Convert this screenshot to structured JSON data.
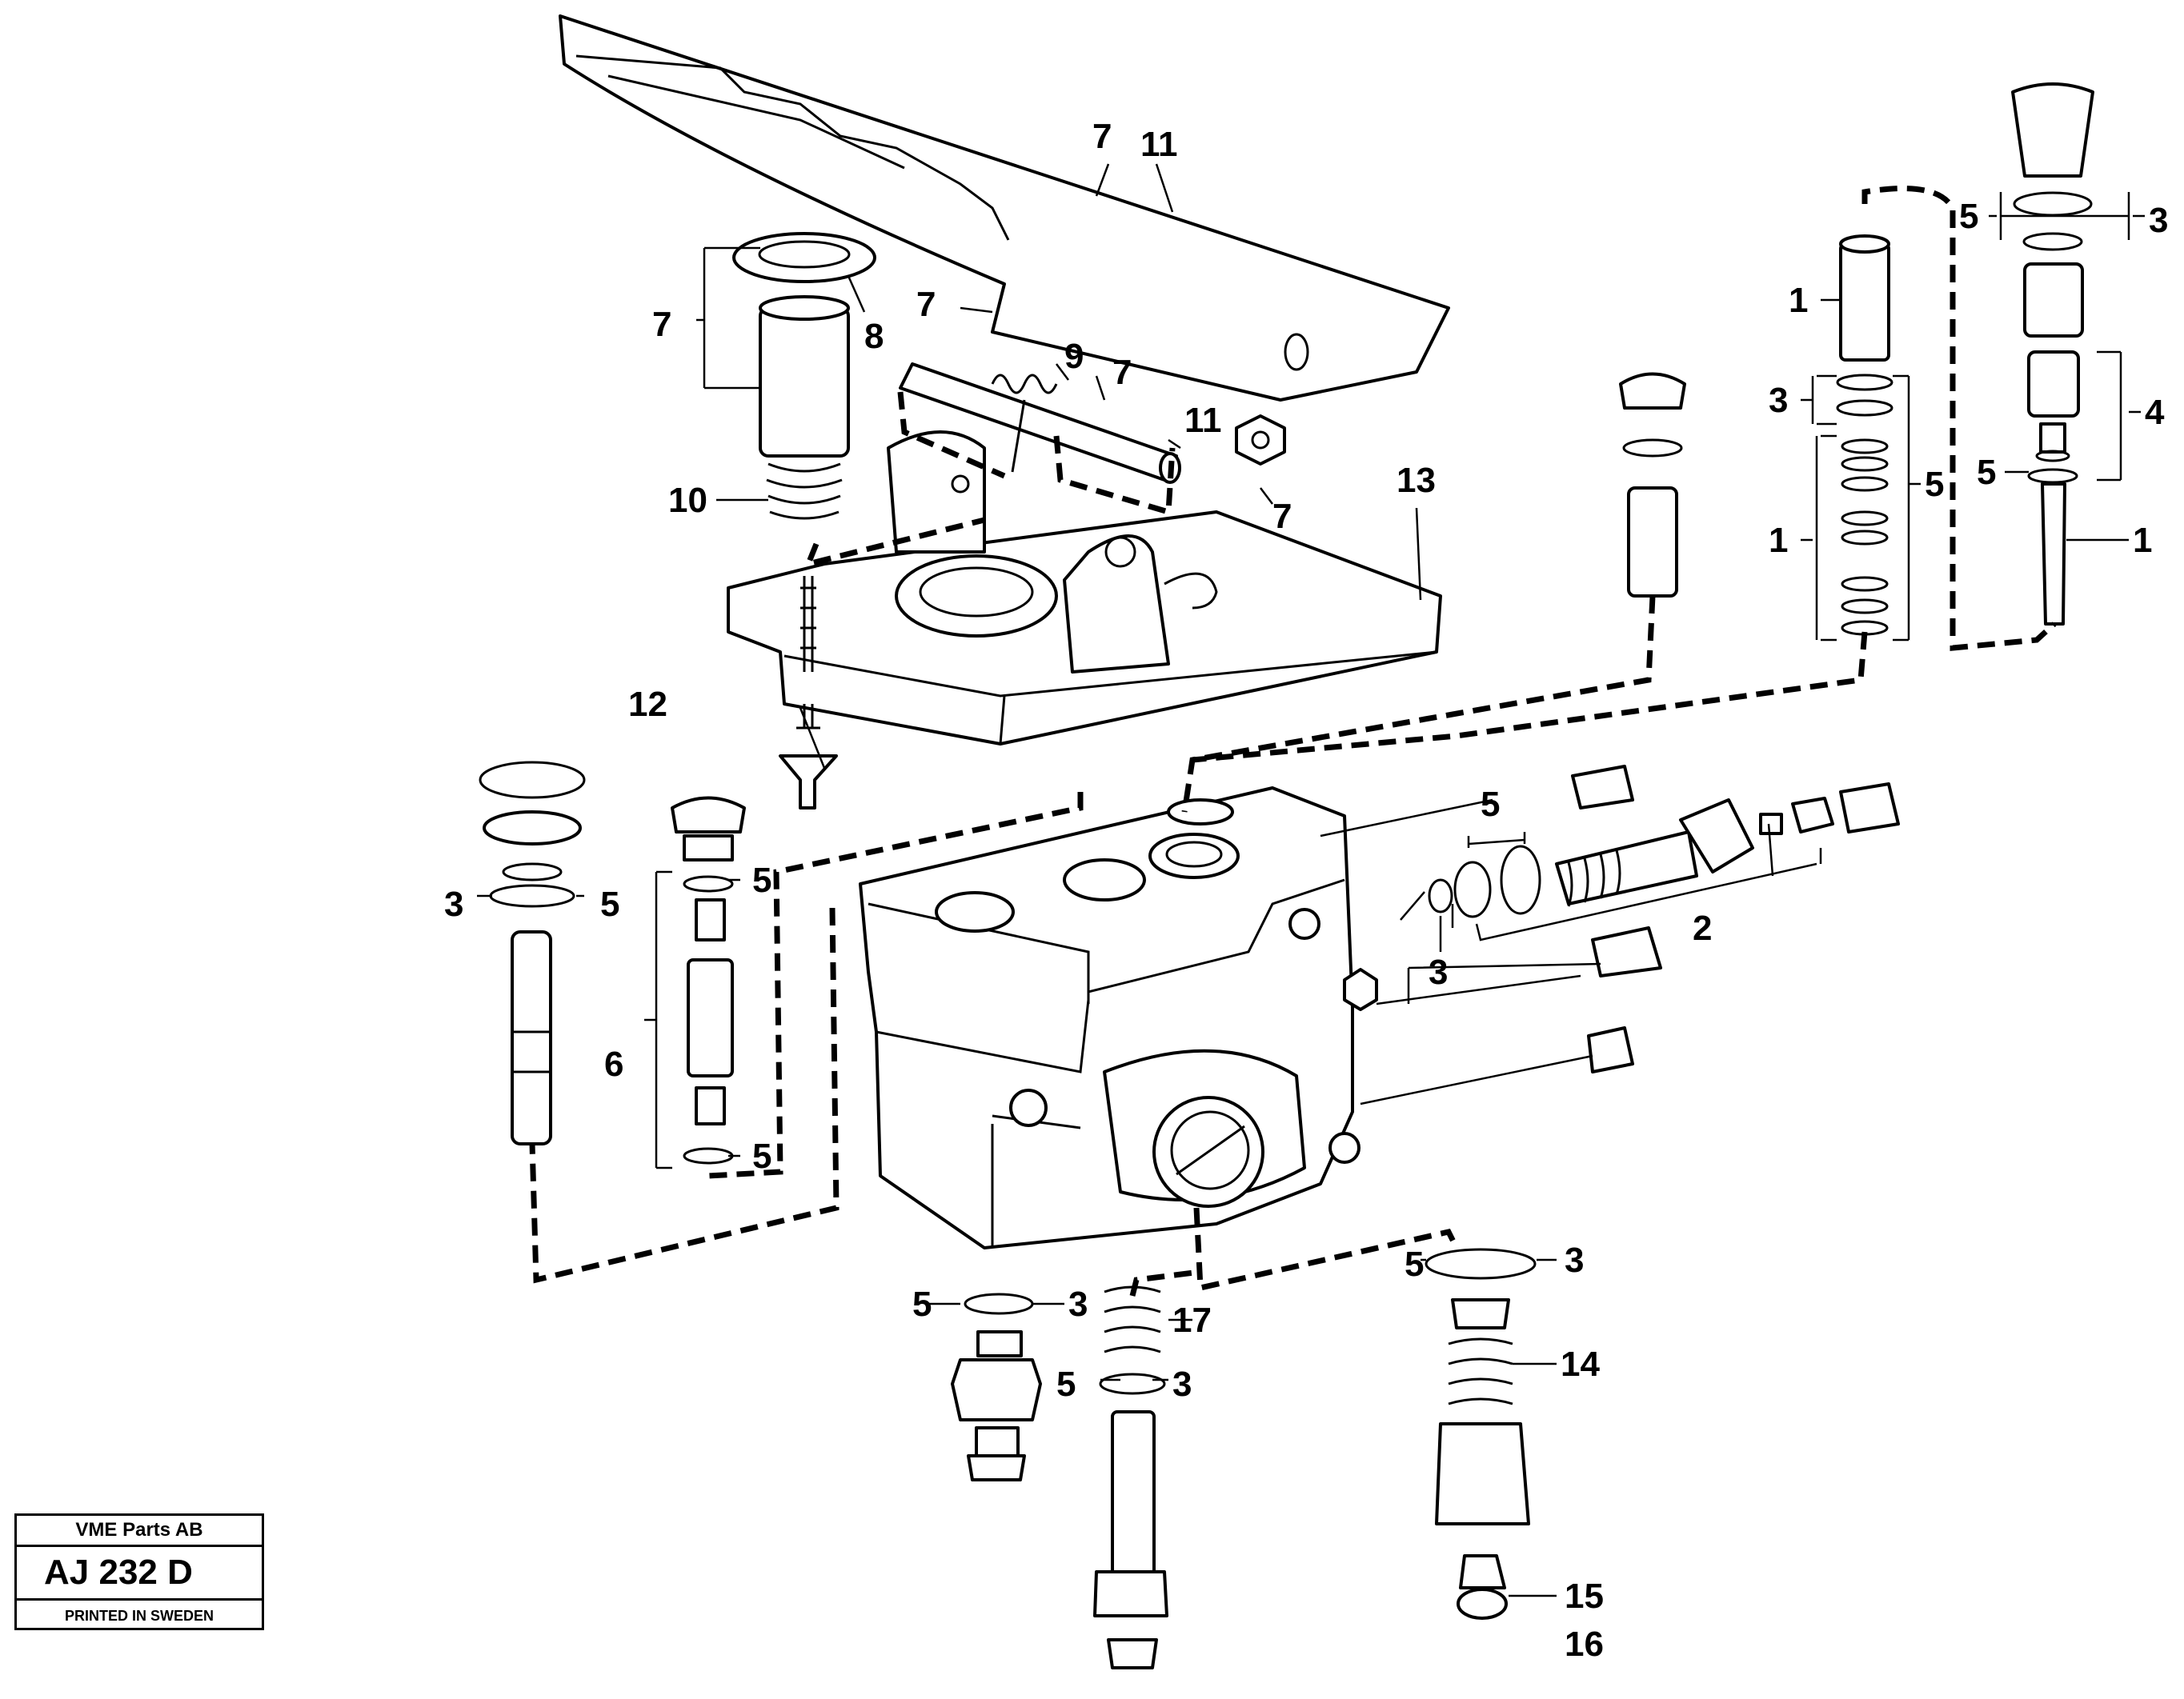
{
  "labels": {
    "pedal_a": "7",
    "pedal_b": "11",
    "boot_bracket": "7",
    "boot_cap": "8",
    "pedal_lower": "7",
    "pin_spring": "9",
    "pin_spring_b": "7",
    "pin": "11",
    "nut": "7",
    "spring_left": "10",
    "bracket": "13",
    "plug_screw": "12",
    "rv_1a": "1",
    "rv_3a": "3",
    "rv_5a": "5",
    "rv_1b": "1",
    "fr_5a": "5",
    "fr_3a": "3",
    "fr_4": "4",
    "fr_5b": "5",
    "fr_1": "1",
    "lp_3": "3",
    "lp_5": "5",
    "sp_5a": "5",
    "sp_6": "6",
    "sp_5b": "5",
    "cv_5": "5",
    "cv_3": "3",
    "cv_2": "2",
    "b1_5": "5",
    "b1_3": "3",
    "b2_17": "17",
    "b2_5": "5",
    "b2_3": "3",
    "b3_5": "5",
    "b3_3": "3",
    "b3_14": "14",
    "b3_15": "15",
    "b3_16": "16"
  },
  "stamp": {
    "company": "VME Parts AB",
    "code": "AJ 232 D",
    "printed": "PRINTED IN SWEDEN"
  }
}
